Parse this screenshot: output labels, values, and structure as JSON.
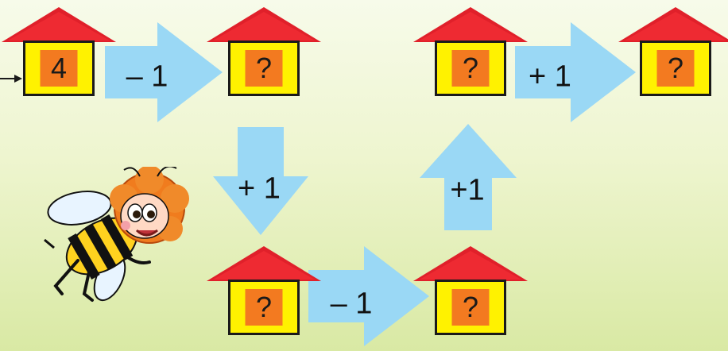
{
  "start_value": "4",
  "houses": [
    {
      "id": "start",
      "value": "4"
    },
    {
      "id": "h2",
      "value": "?"
    },
    {
      "id": "h3",
      "value": "?"
    },
    {
      "id": "h4",
      "value": "?"
    },
    {
      "id": "h5",
      "value": "?"
    },
    {
      "id": "h6",
      "value": "?"
    }
  ],
  "operations": [
    {
      "label": "– 1",
      "direction": "right"
    },
    {
      "label": "+ 1",
      "direction": "down"
    },
    {
      "label": "– 1",
      "direction": "right"
    },
    {
      "label": "+1",
      "direction": "up"
    },
    {
      "label": "+ 1",
      "direction": "right"
    }
  ],
  "colors": {
    "roof": "#e0202a",
    "house_body": "#fff200",
    "door": "#f37a20",
    "arrow": "#9ad8f5"
  },
  "icons": [
    "bee-mascot-icon",
    "start-pointer-icon"
  ]
}
